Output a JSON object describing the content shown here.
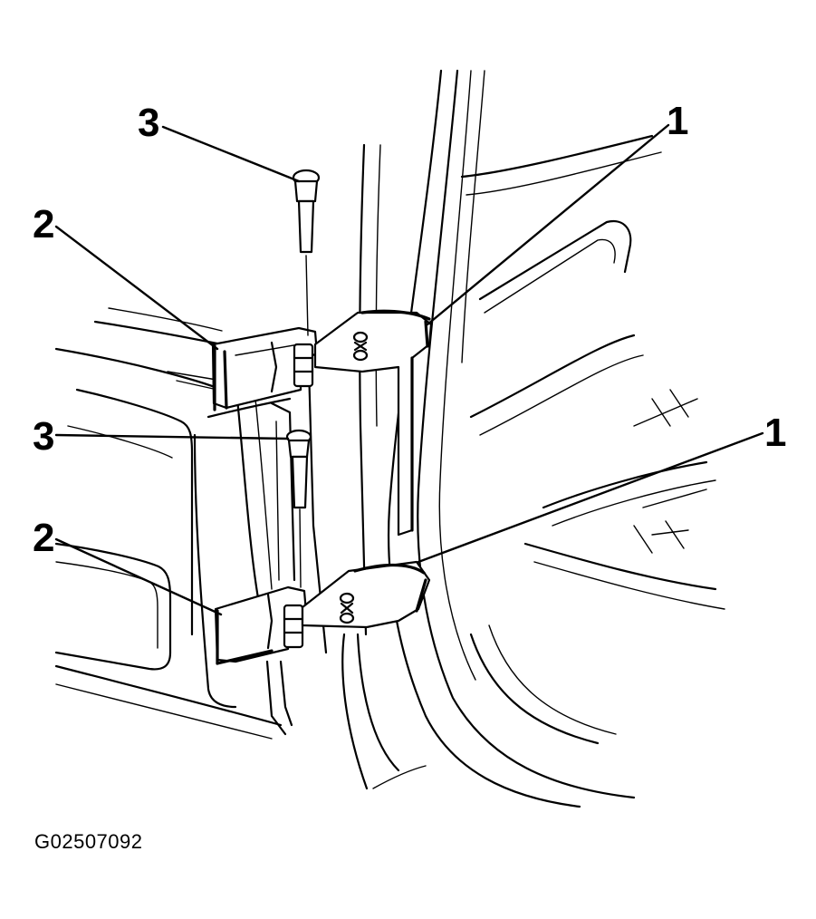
{
  "figure": {
    "id_label": "G02507092",
    "callouts": [
      {
        "key": "c1_upper",
        "label": "1"
      },
      {
        "key": "c1_lower",
        "label": "1"
      },
      {
        "key": "c2_upper",
        "label": "2"
      },
      {
        "key": "c2_lower",
        "label": "2"
      },
      {
        "key": "c3_upper",
        "label": "3"
      },
      {
        "key": "c3_lower",
        "label": "3"
      }
    ]
  }
}
